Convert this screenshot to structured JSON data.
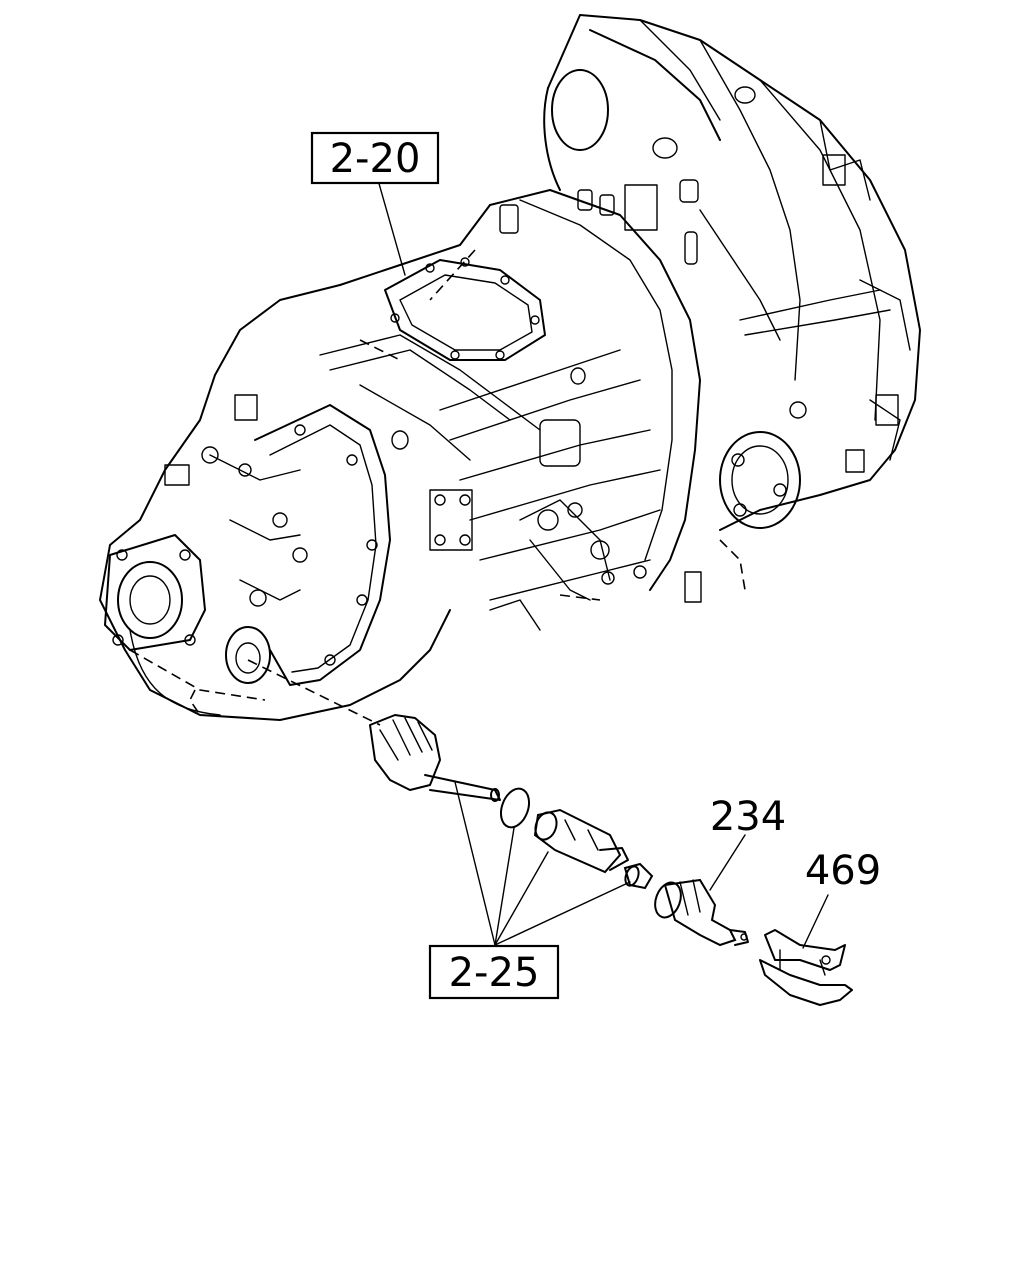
{
  "callouts": {
    "ref_top": "2-20",
    "ref_bottom": "2-25",
    "part_sensor": "234",
    "part_bracket": "469"
  }
}
